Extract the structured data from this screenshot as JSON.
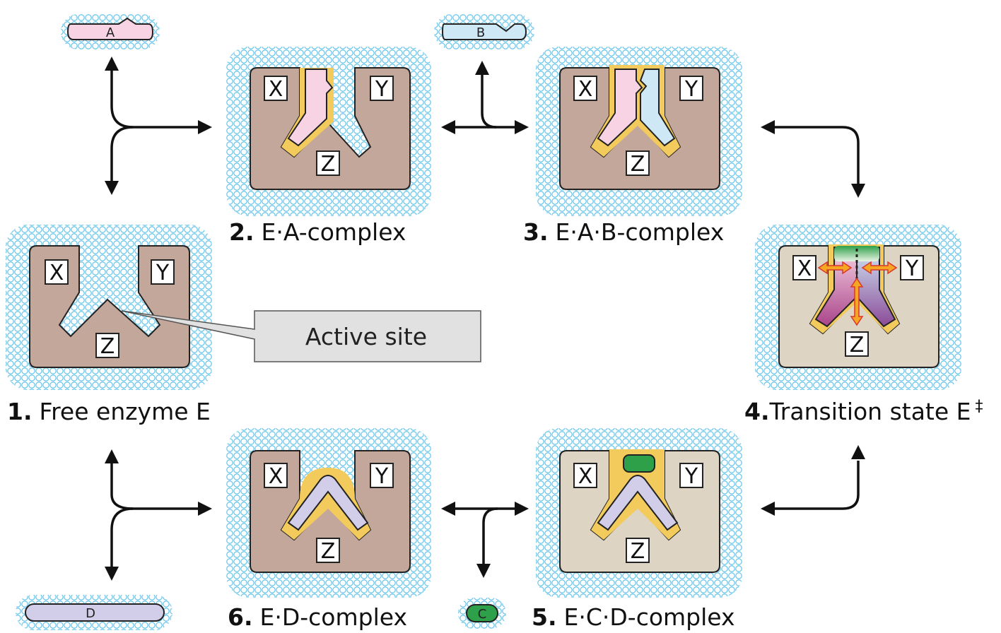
{
  "states": [
    {
      "id": "1",
      "number": "1.",
      "label": "Free enzyme E",
      "site_labels": [
        "X",
        "Y",
        "Z"
      ]
    },
    {
      "id": "2",
      "number": "2.",
      "label": "E·A-complex",
      "site_labels": [
        "X",
        "Y",
        "Z"
      ]
    },
    {
      "id": "3",
      "number": "3.",
      "label": "E·A·B-complex",
      "site_labels": [
        "X",
        "Y",
        "Z"
      ]
    },
    {
      "id": "4",
      "number": "4.",
      "label": "Transition state E",
      "superscript": "‡",
      "site_labels": [
        "X",
        "Y",
        "Z"
      ]
    },
    {
      "id": "5",
      "number": "5.",
      "label": "E·C·D-complex",
      "site_labels": [
        "X",
        "Y",
        "Z"
      ]
    },
    {
      "id": "6",
      "number": "6.",
      "label": "E·D-complex",
      "site_labels": [
        "X",
        "Y",
        "Z"
      ]
    }
  ],
  "substrates": {
    "a": "A",
    "b": "B",
    "c": "C",
    "d": "D"
  },
  "callout": {
    "text": "Active site"
  },
  "colors": {
    "enzyme": "#c4a79b",
    "enzyme_active": "#ddd4c4",
    "water": "#6ec7ea",
    "substrate_a": "#f7d3e3",
    "substrate_b": "#cfe8f5",
    "product_c": "#2ea04a",
    "product_d": "#d2cde8",
    "binding_zone": "#f3cb5c",
    "callout_fill": "#e1e1e1",
    "interaction_arrow": "#f5a623"
  }
}
